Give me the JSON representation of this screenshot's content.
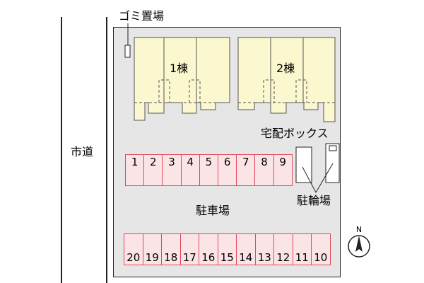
{
  "labels": {
    "road": "市道",
    "garbage": "ゴミ置場",
    "building1": "1棟",
    "building2": "2棟",
    "delivery_box": "宅配ボックス",
    "bicycle": "駐輪場",
    "parking": "駐車場",
    "north": "N"
  },
  "parking_top": [
    "1",
    "2",
    "3",
    "4",
    "5",
    "6",
    "7",
    "8",
    "9"
  ],
  "parking_bottom": [
    "20",
    "19",
    "18",
    "17",
    "16",
    "15",
    "14",
    "13",
    "12",
    "11",
    "10"
  ],
  "colors": {
    "ground": "#e6e6e6",
    "building_fill": "#fbf7cf",
    "parking_fill": "#fbe4e6",
    "parking_border": "#e0455a"
  }
}
